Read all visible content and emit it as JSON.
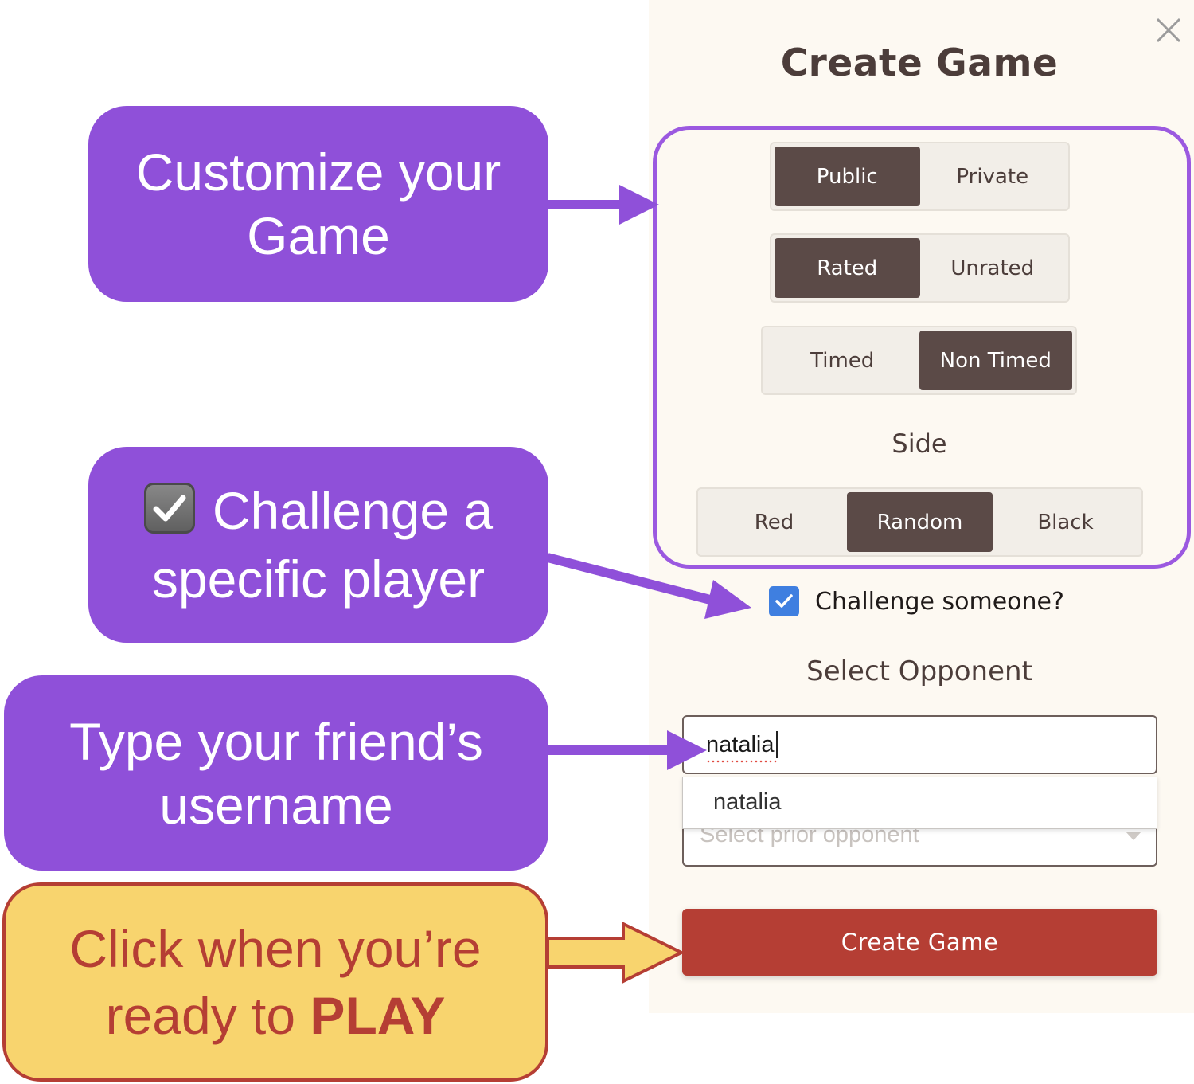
{
  "modal": {
    "title": "Create Game",
    "visibility": {
      "options": [
        "Public",
        "Private"
      ],
      "selected": "Public"
    },
    "rating": {
      "options": [
        "Rated",
        "Unrated"
      ],
      "selected": "Rated"
    },
    "timing": {
      "options": [
        "Timed",
        "Non Timed"
      ],
      "selected": "Non Timed"
    },
    "side": {
      "label": "Side",
      "options": [
        "Red",
        "Random",
        "Black"
      ],
      "selected": "Random"
    },
    "challenge": {
      "label": "Challenge someone?",
      "checked": true
    },
    "opponent": {
      "label": "Select Opponent",
      "input_value": "natalia",
      "suggestion": "natalia",
      "prior_placeholder": "Select prior opponent"
    },
    "create_button": "Create Game"
  },
  "callouts": {
    "customize": {
      "line1": "Customize your",
      "line2": "Game"
    },
    "challenge": {
      "line1": "Challenge a",
      "line2": "specific player"
    },
    "type": {
      "line1": "Type your friend’s",
      "line2": "username"
    },
    "click": {
      "line1": "Click when you’re",
      "line2_prefix": "ready to ",
      "line2_bold": "PLAY"
    }
  },
  "colors": {
    "accent_purple": "#8f50d9",
    "callout_yellow": "#f8d46e",
    "create_red": "#b53e34",
    "active_toggle": "#5b4a47"
  }
}
